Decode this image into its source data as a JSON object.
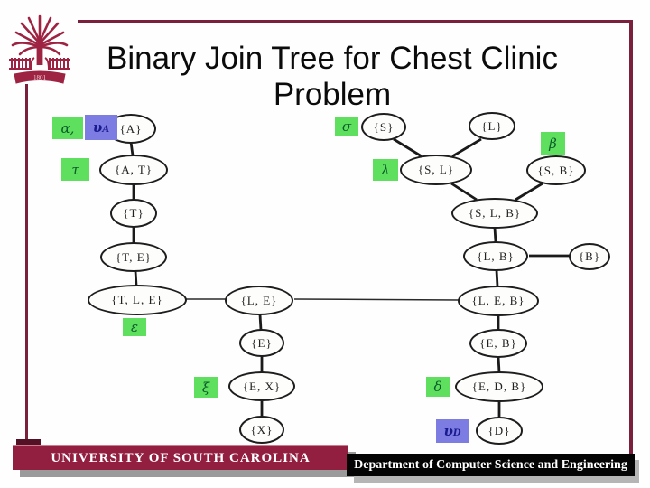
{
  "title": {
    "line1": "Binary Join Tree for Chest Clinic",
    "line2": "Problem"
  },
  "logo": {
    "institution_mark": "university-of-south-carolina-palmetto-seal",
    "year": "1801"
  },
  "tree": {
    "nodes": [
      {
        "id": "A",
        "label": "{A}"
      },
      {
        "id": "AT",
        "label": "{A, T}"
      },
      {
        "id": "T",
        "label": "{T}"
      },
      {
        "id": "TE",
        "label": "{T, E}"
      },
      {
        "id": "TLE",
        "label": "{T, L, E}"
      },
      {
        "id": "LE",
        "label": "{L, E}"
      },
      {
        "id": "E",
        "label": "{E}"
      },
      {
        "id": "EX",
        "label": "{E, X}"
      },
      {
        "id": "X",
        "label": "{X}"
      },
      {
        "id": "S",
        "label": "{S}"
      },
      {
        "id": "L",
        "label": "{L}"
      },
      {
        "id": "SL",
        "label": "{S, L}"
      },
      {
        "id": "SB",
        "label": "{S, B}"
      },
      {
        "id": "SLB",
        "label": "{S, L, B}"
      },
      {
        "id": "LB",
        "label": "{L, B}"
      },
      {
        "id": "B",
        "label": "{B}"
      },
      {
        "id": "LEB",
        "label": "{L, E, B}"
      },
      {
        "id": "EB",
        "label": "{E, B}"
      },
      {
        "id": "EDB",
        "label": "{E, D, B}"
      },
      {
        "id": "D",
        "label": "{D}"
      }
    ],
    "edges": [
      [
        "{A}",
        "{A, T}"
      ],
      [
        "{A, T}",
        "{T}"
      ],
      [
        "{T}",
        "{T, E}"
      ],
      [
        "{T, E}",
        "{T, L, E}"
      ],
      [
        "{T, L, E}",
        "{L, E}"
      ],
      [
        "{L, E}",
        "{E}"
      ],
      [
        "{E}",
        "{E, X}"
      ],
      [
        "{E, X}",
        "{X}"
      ],
      [
        "{S}",
        "{S, L}"
      ],
      [
        "{L}",
        "{S, L}"
      ],
      [
        "{S, L}",
        "{S, L, B}"
      ],
      [
        "{S, B}",
        "{S, L, B}"
      ],
      [
        "{S, L, B}",
        "{L, B}"
      ],
      [
        "{L, B}",
        "{B}"
      ],
      [
        "{L, B}",
        "{L, E, B}"
      ],
      [
        "{L, E}",
        "{L, E, B}"
      ],
      [
        "{L, E, B}",
        "{E, B}"
      ],
      [
        "{E, B}",
        "{E, D, B}"
      ],
      [
        "{E, D, B}",
        "{D}"
      ]
    ],
    "potentials": [
      {
        "symbol": "α,",
        "attached_to": "{A}"
      },
      {
        "symbol": "υ",
        "subscript": "A",
        "attached_to": "{A}"
      },
      {
        "symbol": "τ",
        "attached_to": "{A, T}"
      },
      {
        "symbol": "ε",
        "attached_to": "{T, L, E}"
      },
      {
        "symbol": "ξ",
        "attached_to": "{E, X}"
      },
      {
        "symbol": "σ",
        "attached_to": "{S}"
      },
      {
        "symbol": "λ",
        "attached_to": "{S, L}"
      },
      {
        "symbol": "β",
        "attached_to": "{S, B}"
      },
      {
        "symbol": "δ",
        "attached_to": "{E, D, B}"
      },
      {
        "symbol": "υ",
        "subscript": "D",
        "attached_to": "{D}"
      }
    ]
  },
  "footer": {
    "left_banner": "UNIVERSITY OF SOUTH CAROLINA",
    "right_banner": "Department of Computer Science and Engineering"
  },
  "colors": {
    "garnet_line": "#7a1f3c",
    "banner_maroon": "#921e40",
    "banner_black": "#040404",
    "potential_green": "#5ee05e",
    "potential_blue": "#7c7ce2"
  }
}
